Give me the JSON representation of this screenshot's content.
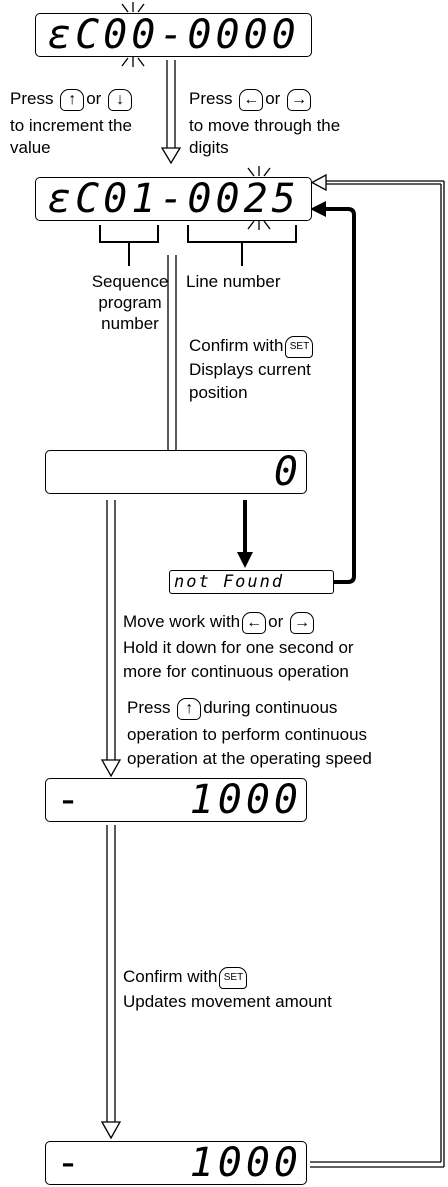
{
  "displays": {
    "d1": "ɛC00-0000",
    "d2": "ɛC01-0025",
    "d3": "0",
    "d4_sign": "-",
    "d4": "1000",
    "d5_sign": "-",
    "d5": "1000",
    "not_found": "not  Found"
  },
  "keys": {
    "up": "↑",
    "down": "↓",
    "left": "←",
    "right": "→",
    "set": "SET"
  },
  "labels": {
    "press1": "Press",
    "or1": "or",
    "increment_l2": "to increment the",
    "increment_l3": "value",
    "press2": "Press",
    "or2": "or",
    "move_l2": "to move through the",
    "move_l3": "digits",
    "seq_l1": "Sequence",
    "seq_l2": "program",
    "seq_l3": "number",
    "line_number": "Line number",
    "confirm1_l1": "Confirm with",
    "confirm1_l2": "Displays current",
    "confirm1_l3": "position",
    "move_work_l1": "Move work with",
    "move_work_or": "or",
    "move_work_l2": "Hold it down for one second or",
    "move_work_l3": "more for continuous operation",
    "press3": "Press",
    "press3_rest": "during continuous",
    "press3_l2": "operation to perform continuous",
    "press3_l3": "operation at the operating speed",
    "confirm2_l1": "Confirm with",
    "confirm2_l2": "Updates movement amount"
  }
}
